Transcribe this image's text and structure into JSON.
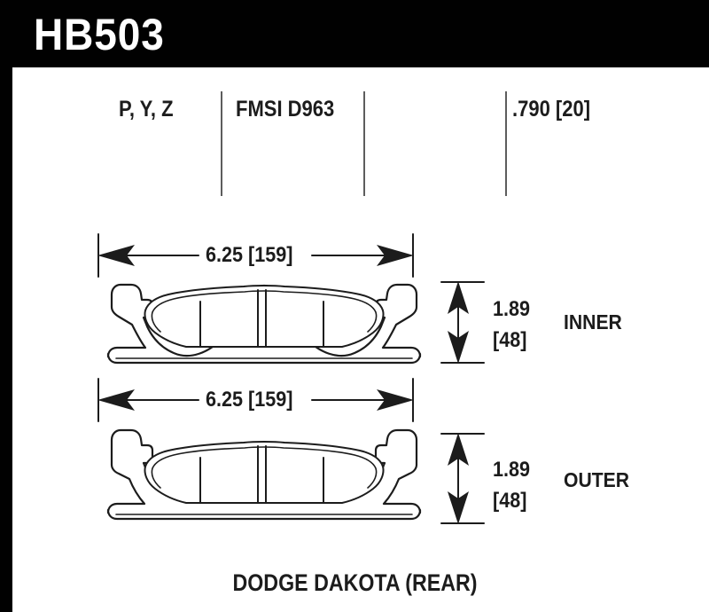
{
  "header": {
    "part_number": "HB503",
    "background_color": "#010101",
    "text_color": "#ffffff"
  },
  "spec_row": {
    "compound_codes": "P, Y, Z",
    "fmsi_number": "FMSI D963",
    "thickness": ".790 [20]",
    "divider_color": "#5d5d5d"
  },
  "pads": [
    {
      "position_label": "INNER",
      "width_dimension": "6.25 [159]",
      "height_dimension_imperial": "1.89",
      "height_dimension_metric": "[48]"
    },
    {
      "position_label": "OUTER",
      "width_dimension": "6.25 [159]",
      "height_dimension_imperial": "1.89",
      "height_dimension_metric": "[48]"
    }
  ],
  "caption": "DODGE DAKOTA (REAR)",
  "drawing": {
    "line_color": "#1c1c1c",
    "fill_color": "#ffffff"
  }
}
